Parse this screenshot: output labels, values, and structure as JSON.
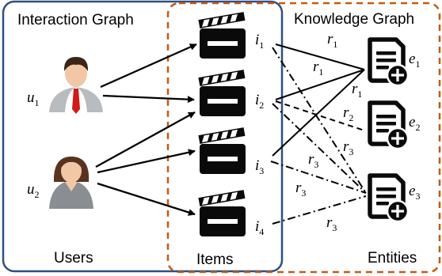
{
  "panels": {
    "interaction": {
      "title": "Interaction Graph",
      "border_color": "#2f4f86"
    },
    "knowledge": {
      "title": "Knowledge Graph",
      "border_color": "#c55a11"
    }
  },
  "footer": {
    "users": "Users",
    "items": "Items",
    "entities": "Entities"
  },
  "nodes": {
    "users": [
      {
        "id": "u1",
        "base": "u",
        "sub": "1",
        "icon": "male-user-icon"
      },
      {
        "id": "u2",
        "base": "u",
        "sub": "2",
        "icon": "female-user-icon"
      }
    ],
    "items": [
      {
        "id": "i1",
        "base": "i",
        "sub": "1",
        "icon": "clapperboard-icon"
      },
      {
        "id": "i2",
        "base": "i",
        "sub": "2",
        "icon": "clapperboard-icon"
      },
      {
        "id": "i3",
        "base": "i",
        "sub": "3",
        "icon": "clapperboard-icon"
      },
      {
        "id": "i4",
        "base": "i",
        "sub": "4",
        "icon": "clapperboard-icon"
      }
    ],
    "entities": [
      {
        "id": "e1",
        "base": "e",
        "sub": "1",
        "icon": "document-plus-icon"
      },
      {
        "id": "e2",
        "base": "e",
        "sub": "2",
        "icon": "document-plus-icon"
      },
      {
        "id": "e3",
        "base": "e",
        "sub": "3",
        "icon": "document-plus-icon"
      }
    ]
  },
  "interaction_edges": [
    {
      "from": "u1",
      "to": "i1"
    },
    {
      "from": "u1",
      "to": "i2"
    },
    {
      "from": "u2",
      "to": "i2"
    },
    {
      "from": "u2",
      "to": "i3"
    },
    {
      "from": "u2",
      "to": "i4"
    }
  ],
  "relation_labels": [
    {
      "base": "r",
      "sub": "1"
    },
    {
      "base": "r",
      "sub": "1"
    },
    {
      "base": "r",
      "sub": "1"
    },
    {
      "base": "r",
      "sub": "2"
    },
    {
      "base": "r",
      "sub": "3"
    },
    {
      "base": "r",
      "sub": "3"
    },
    {
      "base": "r",
      "sub": "3"
    },
    {
      "base": "r",
      "sub": "3"
    }
  ],
  "knowledge_edges": [
    {
      "from": "i1",
      "to": "e1",
      "relation": "r1",
      "style": "solid"
    },
    {
      "from": "i2",
      "to": "e1",
      "relation": "r1",
      "style": "solid"
    },
    {
      "from": "i3",
      "to": "e1",
      "relation": "r1",
      "style": "solid"
    },
    {
      "from": "i2",
      "to": "e2",
      "relation": "r2",
      "style": "dashed"
    },
    {
      "from": "i1",
      "to": "e3",
      "relation": "r3",
      "style": "dash-dot"
    },
    {
      "from": "i2",
      "to": "e3",
      "relation": "r3",
      "style": "dash-dot"
    },
    {
      "from": "i3",
      "to": "e3",
      "relation": "r3",
      "style": "dash-dot"
    },
    {
      "from": "i4",
      "to": "e3",
      "relation": "r3",
      "style": "dash-dot"
    }
  ]
}
